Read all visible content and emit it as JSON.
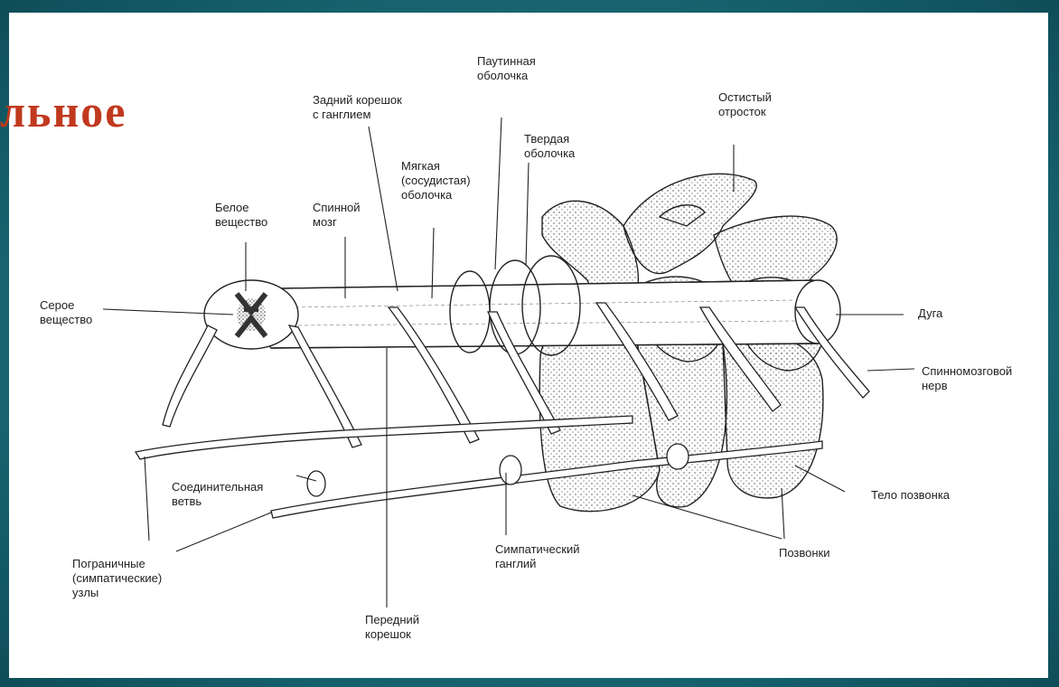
{
  "title_fragment": "льное",
  "labels": {
    "white_matter": "Белое\nвещество",
    "gray_matter": "Серое\nвещество",
    "spinal_cord": "Спинной\nмозг",
    "dorsal_root": "Задний корешок\nс ганглием",
    "pia_mater": "Мягкая\n(сосудистая)\nоболочка",
    "arachnoid": "Паутинная\nоболочка",
    "dura_mater": "Твердая\nоболочка",
    "spinous_process": "Остистый\nотросток",
    "arch": "Дуга",
    "spinal_nerve": "Спинномозговой\nнерв",
    "vertebral_body": "Тело позвонка",
    "vertebrae": "Позвонки",
    "sympathetic_ganglion": "Симпатический\nганглий",
    "ventral_root": "Передний\nкорешок",
    "communicating_branch": "Соединительная\nветвь",
    "border_nodes": "Пограничные\n(симпатические)\nузлы"
  },
  "colors": {
    "frame": "#1f7a86",
    "title": "#c0391e",
    "ink": "#222222"
  }
}
